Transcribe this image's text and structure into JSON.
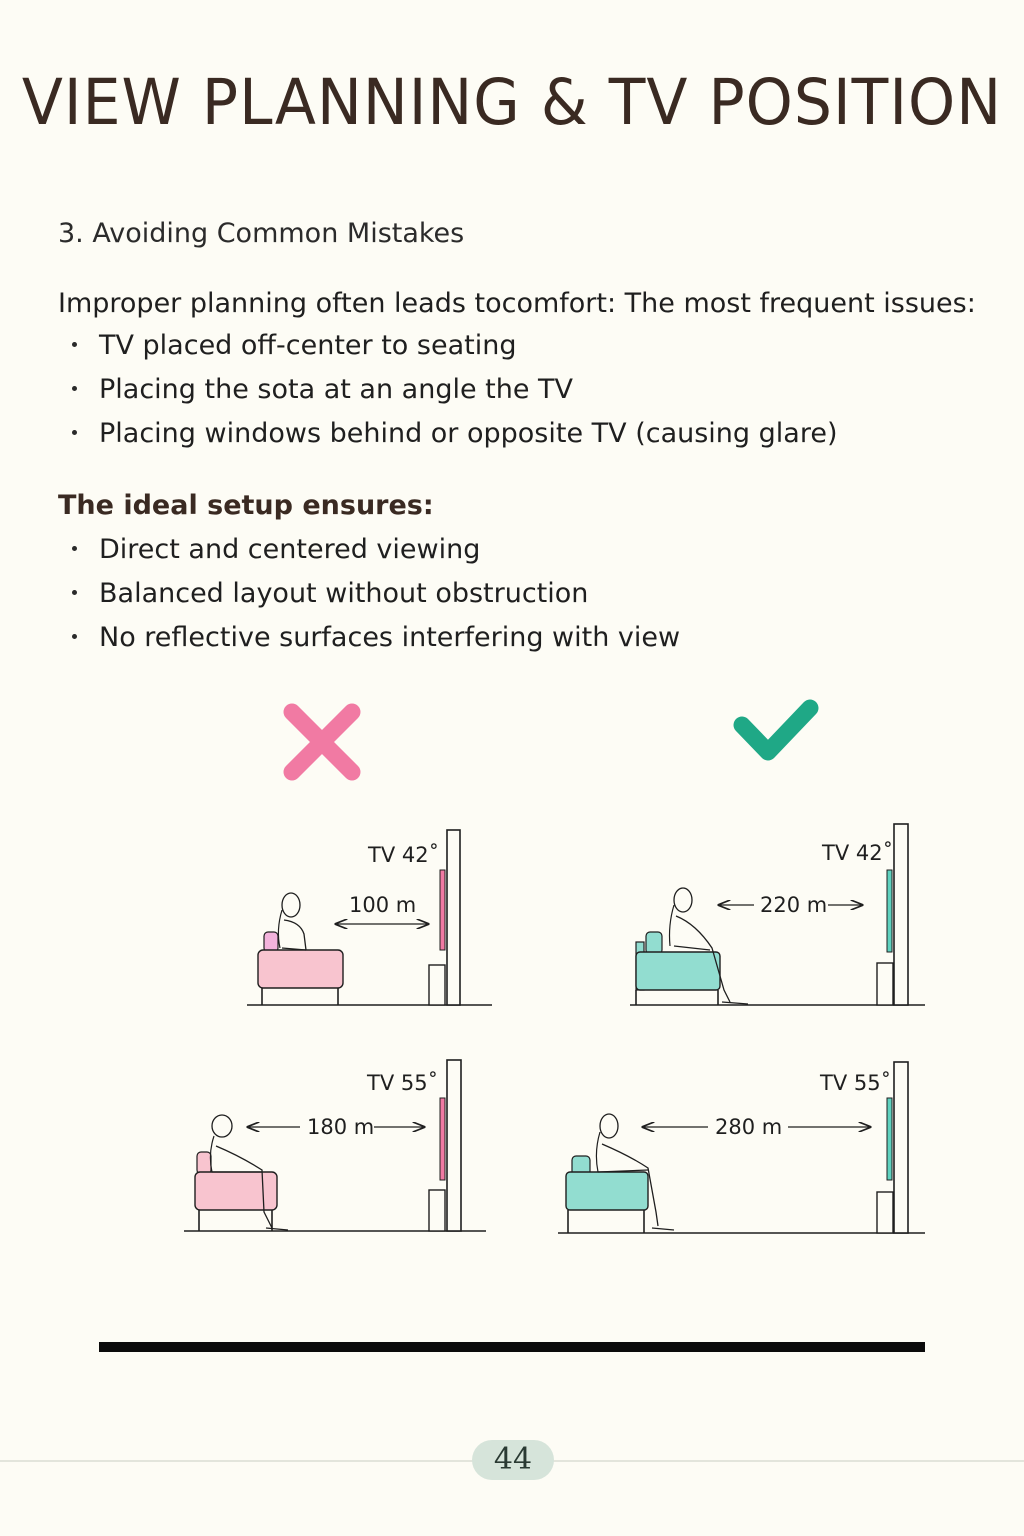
{
  "page": {
    "title": "VIEW PLANNING & TV POSITION",
    "section_heading": "3. Avoiding Common Mistakes",
    "intro": "Improper planning often leads tocomfort: The most frequent issues:",
    "issues": [
      "TV placed off-center to seating",
      "Placing the sota at an angle the TV",
      "Placing windows behind or opposite  TV (causing glare)"
    ],
    "ideal_heading": "The ideal setup ensures:",
    "ideal_items": [
      "Direct and centered  viewing",
      "Balanced layout  without obstruction",
      "No reflective surfaces interfering with  view"
    ],
    "page_number": "44"
  },
  "diagrams": {
    "wrong_icon": "cross-icon",
    "right_icon": "check-icon",
    "wrong": [
      {
        "tv_label": "TV 42˚",
        "distance_label": "100 m"
      },
      {
        "tv_label": "TV 55˚",
        "distance_label": "180 m"
      }
    ],
    "right": [
      {
        "tv_label": "TV 42˚",
        "distance_label": "220 m"
      },
      {
        "tv_label": "TV 55˚",
        "distance_label": "280 m"
      }
    ]
  },
  "colors": {
    "wrong_accent": "#f17aa3",
    "right_accent": "#1fa886",
    "wrong_sofa": "#f8c4cf",
    "right_sofa": "#92ddd0"
  }
}
